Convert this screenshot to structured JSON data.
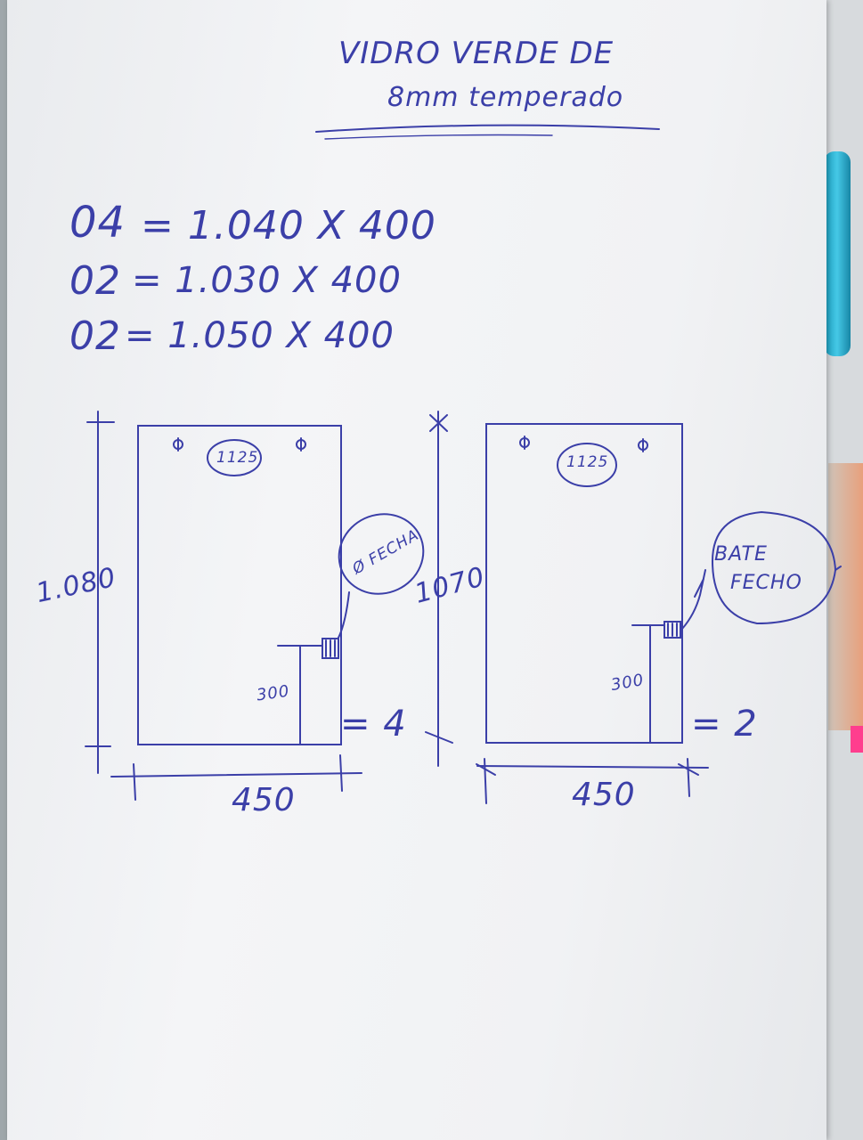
{
  "title": {
    "line1": "VIDRO VERDE DE",
    "line2": "8mm temperado"
  },
  "quantities": [
    {
      "qty": "04",
      "dims": "= 1.040 X 400"
    },
    {
      "qty": "02",
      "dims": "= 1.030 X 400"
    },
    {
      "qty": "02",
      "dims": "= 1.050 X 400"
    }
  ],
  "panel_left": {
    "height_label": "1.080",
    "width_label": "450",
    "hole_note": "1125",
    "callout": "Ø FECHA",
    "offset_label": "300",
    "count_label": "= 4"
  },
  "panel_right": {
    "height_label": "1070",
    "width_label": "450",
    "hole_note": "1125",
    "callout_line1": "BATE",
    "callout_line2": "FECHO",
    "offset_label": "300",
    "count_label": "= 2"
  },
  "colors": {
    "ink": "#3b3fa8",
    "paper": "#f2f3f5"
  }
}
